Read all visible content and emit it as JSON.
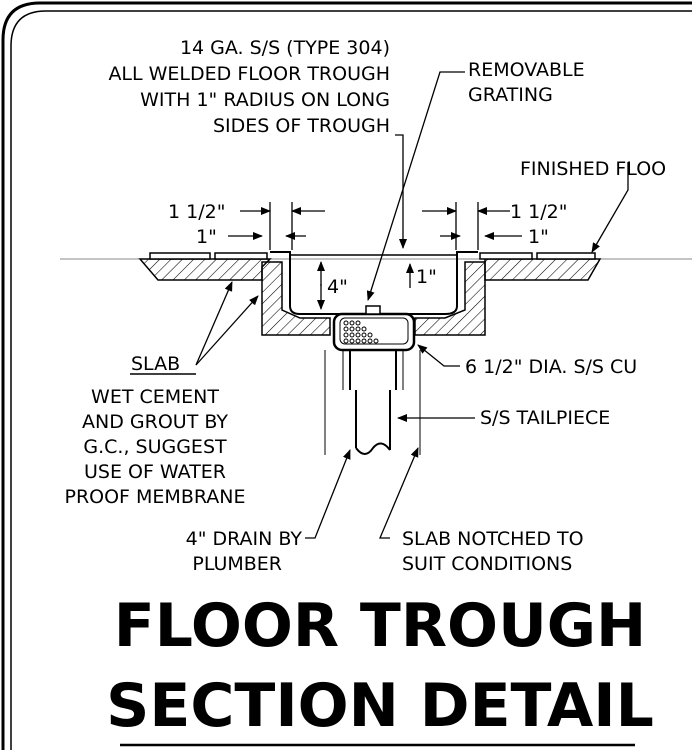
{
  "labels": {
    "trough_spec": [
      "14 GA. S/S (TYPE 304)",
      "ALL WELDED FLOOR TROUGH",
      "WITH 1\" RADIUS ON LONG",
      "SIDES OF TROUGH"
    ],
    "grating": [
      "REMOVABLE",
      "GRATING"
    ],
    "finished_floor": "FINISHED FLOO",
    "slab": "SLAB",
    "cement_note": [
      "WET CEMENT",
      "AND GROUT BY",
      "G.C., SUGGEST",
      "USE OF WATER",
      "PROOF MEMBRANE"
    ],
    "cup": "6 1/2\" DIA. S/S CU",
    "tailpiece": "S/S TAILPIECE",
    "drain": [
      "4\" DRAIN BY",
      "PLUMBER"
    ],
    "notch": [
      "SLAB NOTCHED TO",
      "SUIT CONDITIONS"
    ]
  },
  "dimensions": {
    "left_outer": "1 1/2\"",
    "left_inner": "1\"",
    "right_outer": "1 1/2\"",
    "right_inner": "1\"",
    "depth": "4\"",
    "recess": "1\""
  },
  "title": [
    "FLOOR TROUGH",
    "SECTION DETAIL"
  ]
}
